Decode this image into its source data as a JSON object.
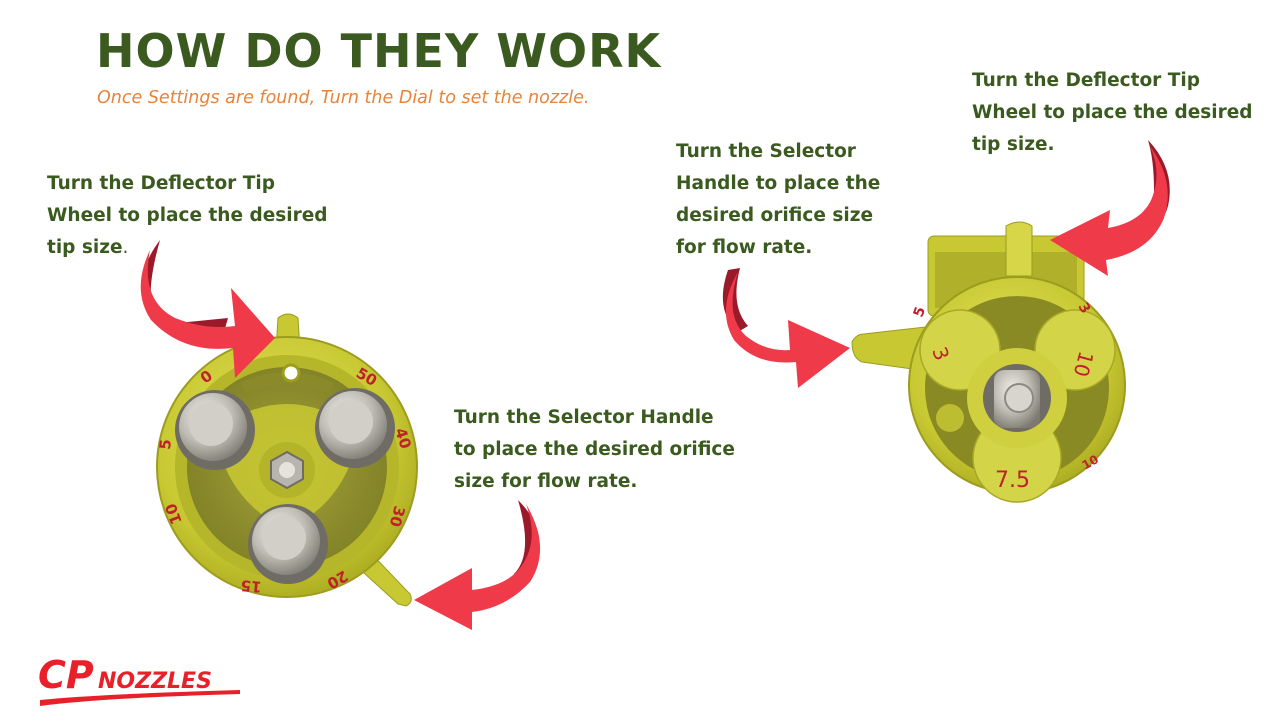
{
  "header": {
    "title": "HOW DO THEY WORK",
    "subtitle": "Once Settings are found, Turn the Dial to set the nozzle."
  },
  "left_nozzle": {
    "deflector_label": {
      "lines": [
        "Turn the Deflector Tip",
        "Wheel to place the desired",
        "tip size"
      ],
      "trailing": "."
    },
    "selector_label": {
      "lines": [
        "Turn the Selector Handle",
        "to place the desired orifice",
        "size for flow rate."
      ]
    },
    "dial_numbers": [
      "0",
      "50",
      "40",
      "30",
      "20",
      "15",
      "10",
      "5"
    ]
  },
  "right_nozzle": {
    "selector_label": {
      "lines": [
        "Turn the Selector",
        "Handle to place the",
        "desired orifice size",
        "for flow rate."
      ]
    },
    "deflector_label": {
      "lines": [
        "Turn the Deflector Tip",
        "Wheel to place the desired",
        "tip size."
      ]
    },
    "tip_numbers": [
      "3",
      "10",
      "7.5",
      "5",
      "3",
      "10"
    ]
  },
  "logo": {
    "cp": "CP",
    "nozzles": "NOZZLES"
  },
  "colors": {
    "title_green": "#3a5a1f",
    "subtitle_orange": "#e8833a",
    "arrow_red": "#ef3a4a",
    "arrow_dark": "#9a1a2a",
    "nozzle_yellow": "#cfcf3a",
    "number_red": "#c0202a"
  }
}
